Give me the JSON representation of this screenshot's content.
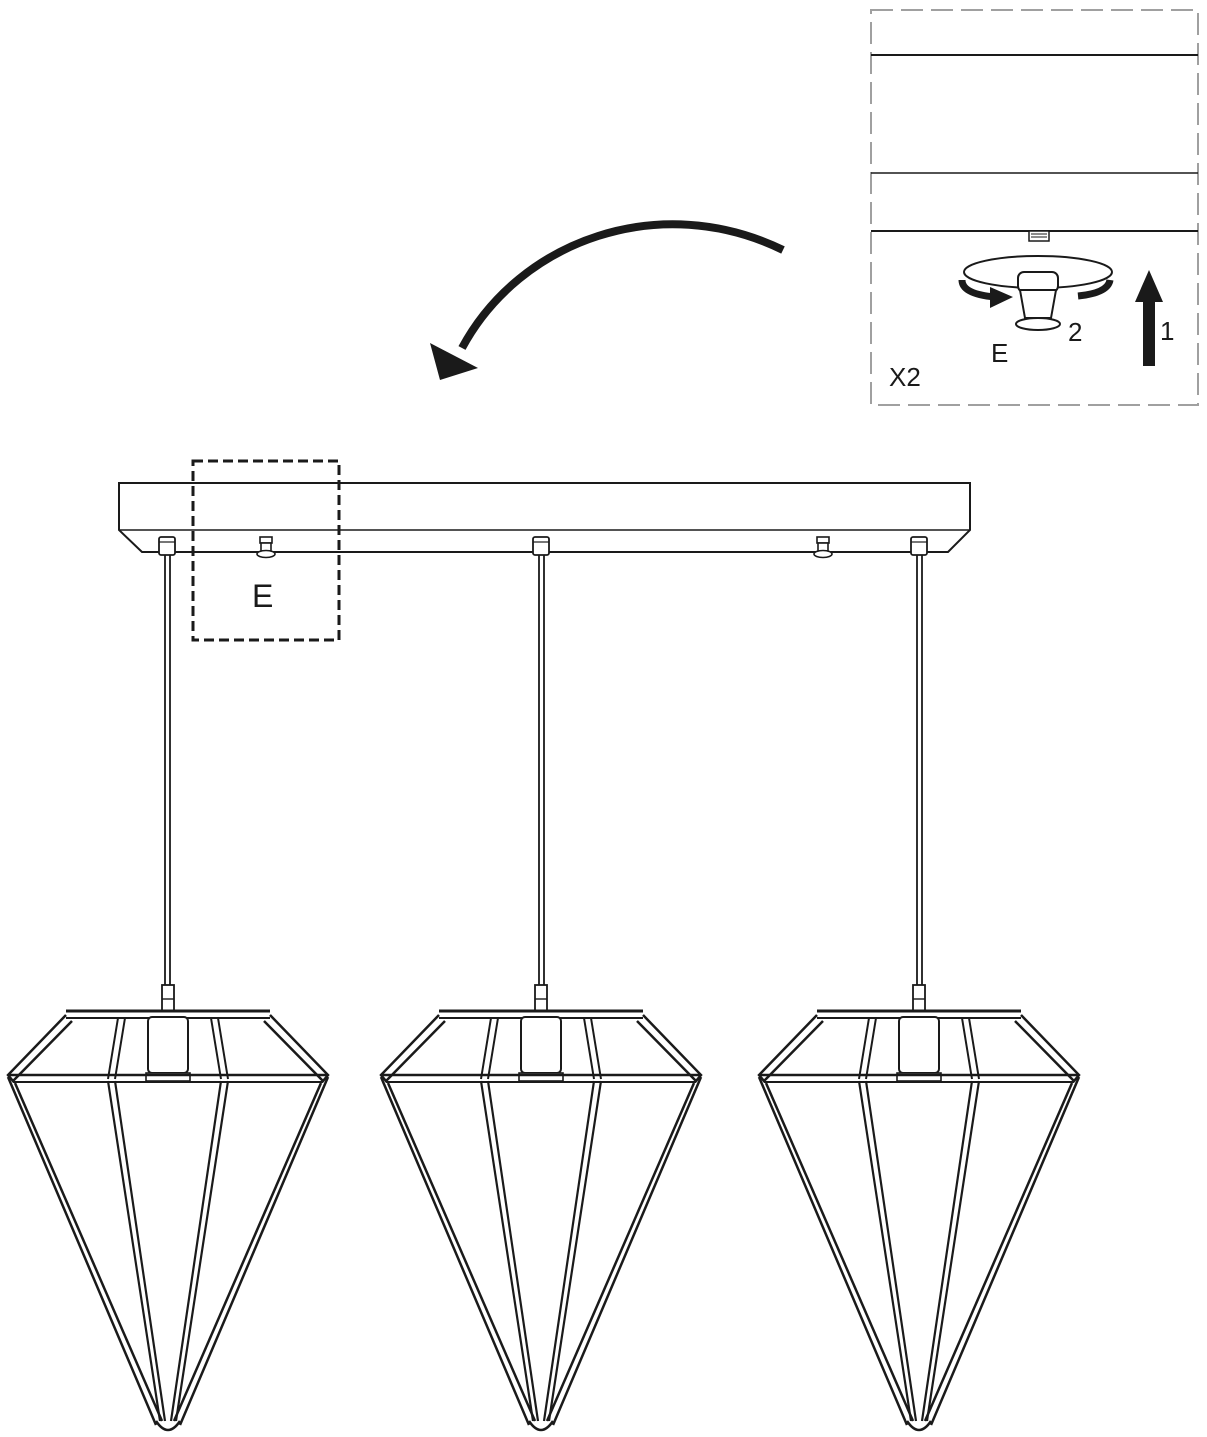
{
  "inset": {
    "part_label": "E",
    "step_rotate_label": "2",
    "step_lift_label": "1",
    "quantity_label": "X2"
  },
  "main": {
    "callout_part_label": "E"
  },
  "colors": {
    "ink": "#1a1a1a",
    "dash": "#a0a0a0",
    "background": "#ffffff"
  }
}
